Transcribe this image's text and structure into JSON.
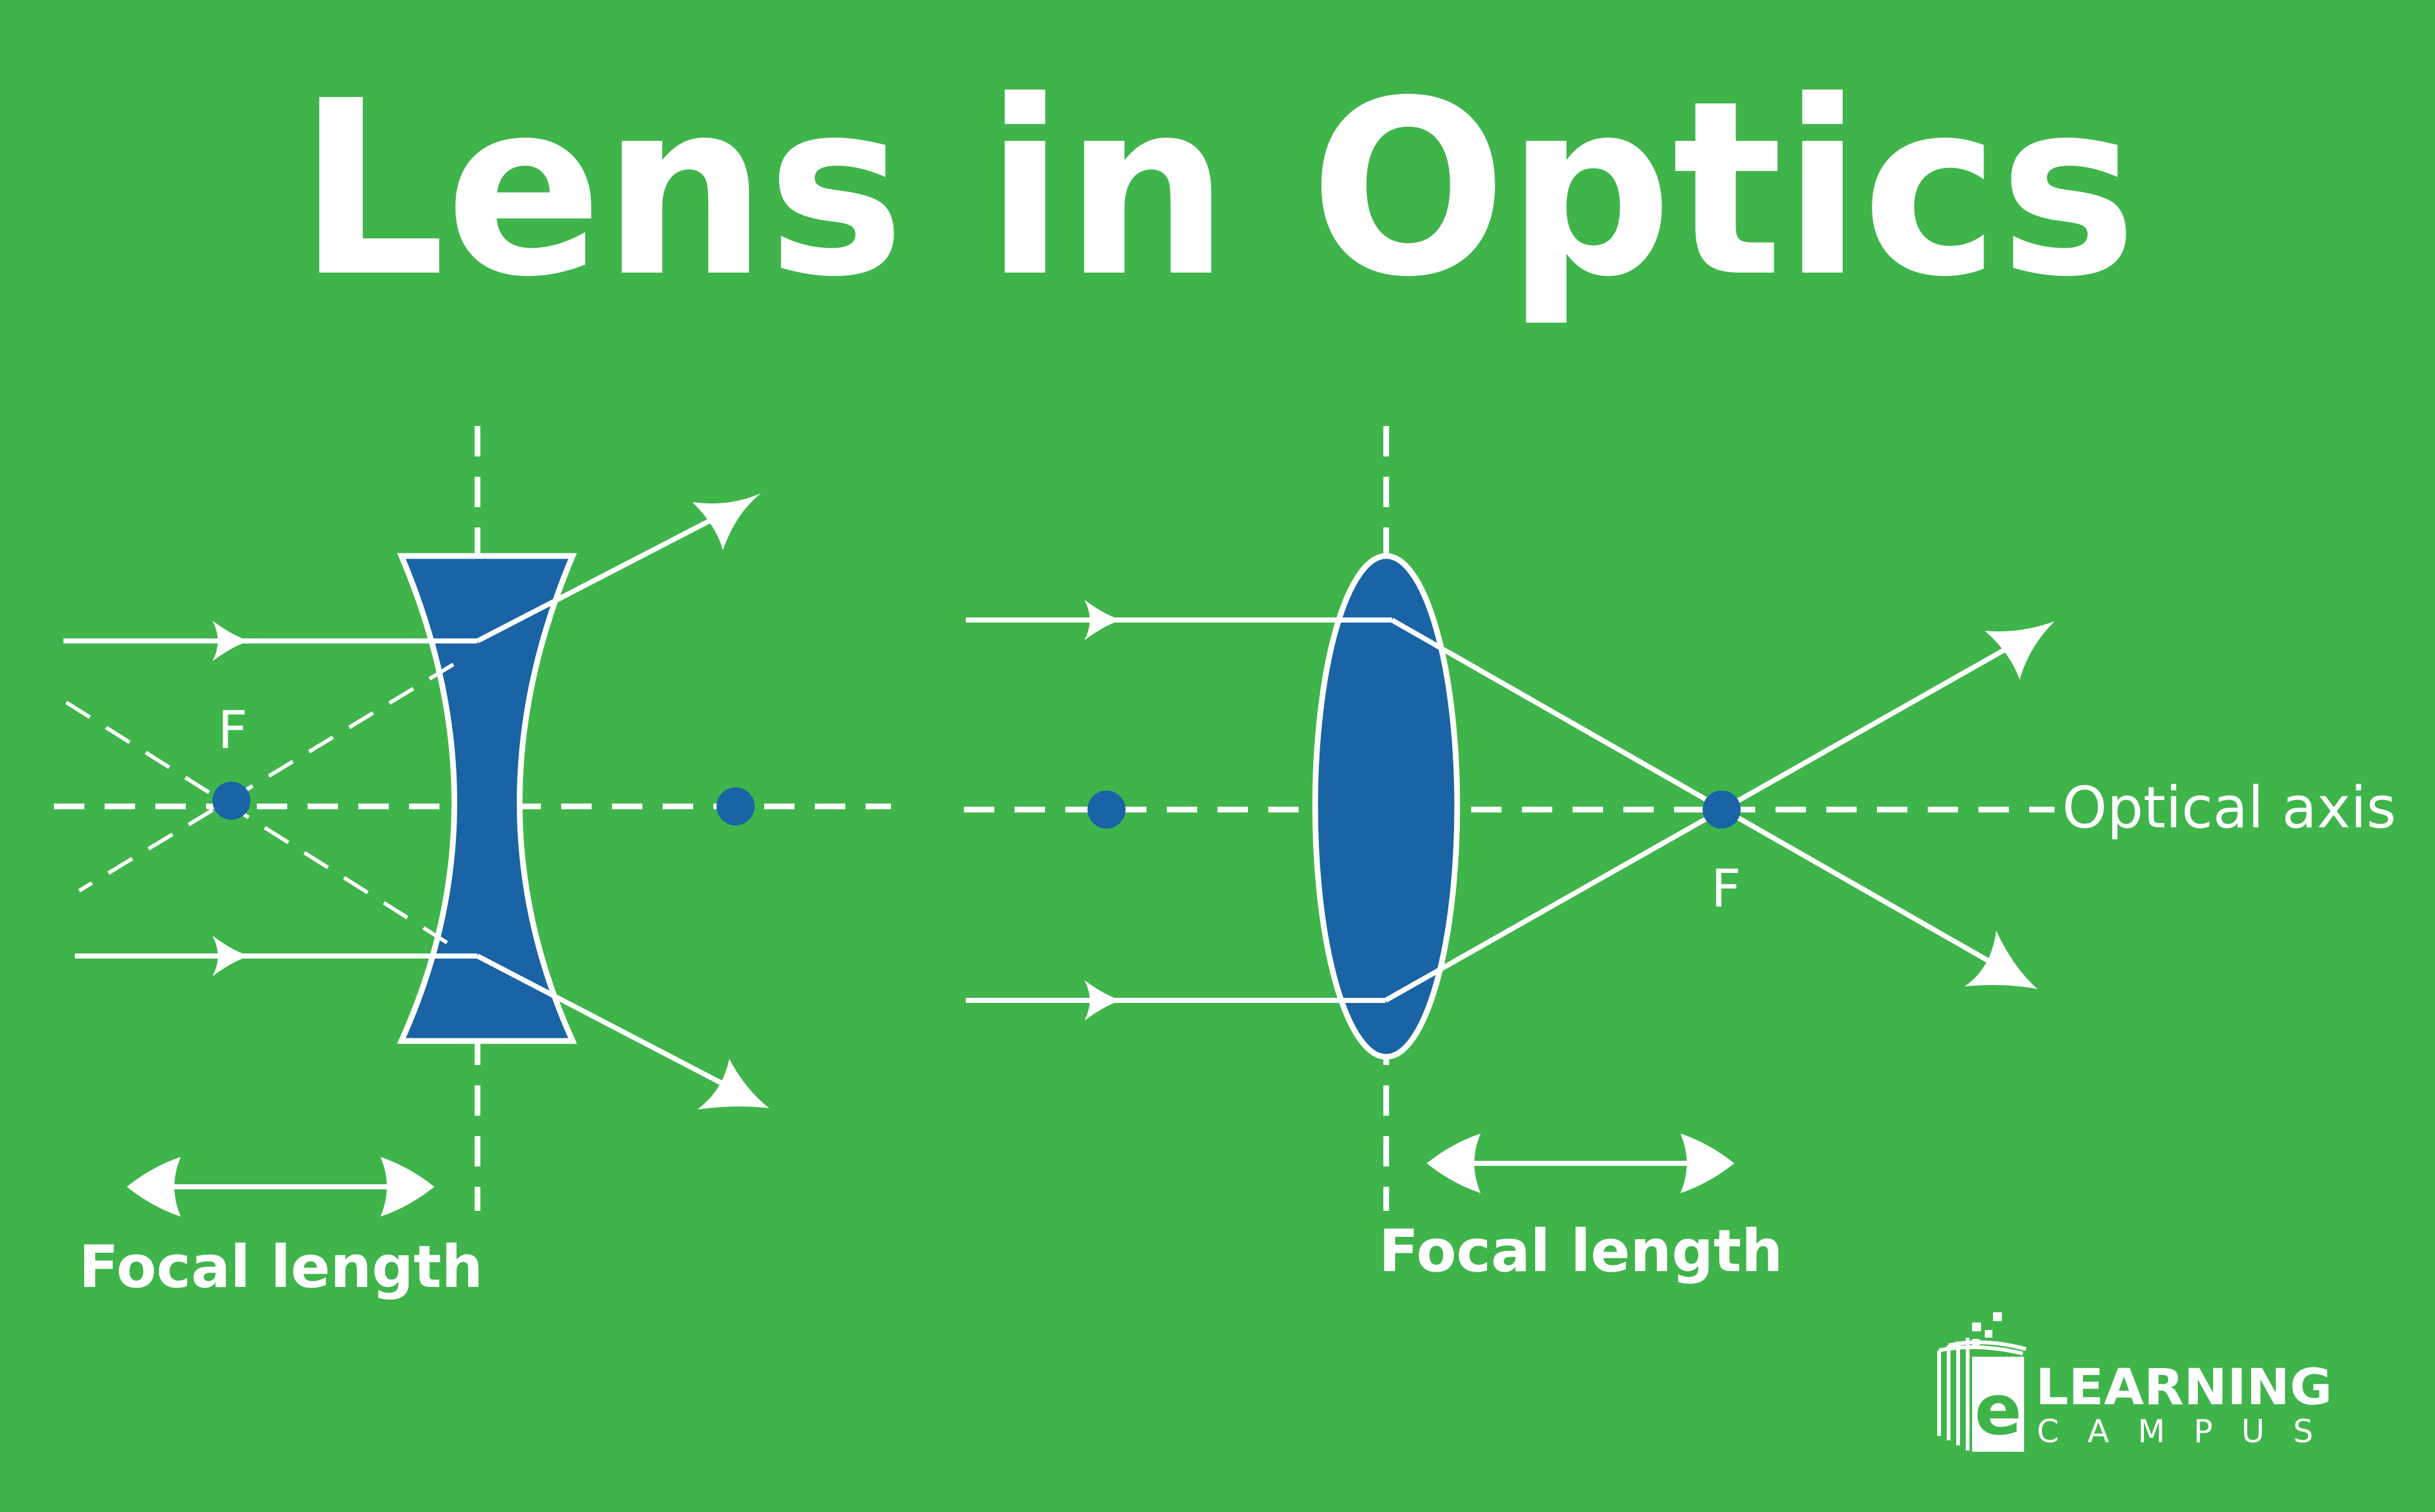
{
  "title": "Lens in Optics",
  "concave": {
    "focal_label": "F",
    "focal_length_label": "Focal length"
  },
  "convex": {
    "focal_label": "F",
    "focal_length_label": "Focal length",
    "axis_label": "Optical axis"
  },
  "logo": {
    "line1": "LEARNING",
    "line2": "CAMPUS",
    "mark": "e"
  },
  "colors": {
    "background": "#3fb44b",
    "lens_fill": "#1a64a6",
    "focal_point": "#1a64a6",
    "lines": "#ffffff"
  }
}
